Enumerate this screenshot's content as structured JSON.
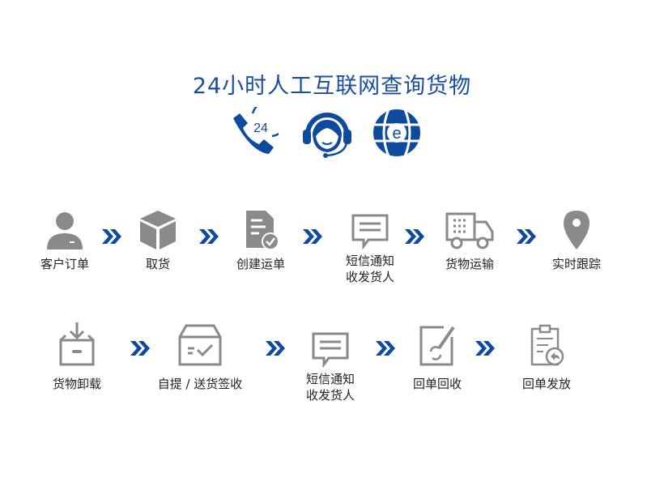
{
  "title": "24小时人工互联网查询货物",
  "top_icons": [
    {
      "name": "phone-24-icon",
      "text": "24"
    },
    {
      "name": "headset-agent-icon"
    },
    {
      "name": "globe-e-icon",
      "text": "e"
    }
  ],
  "colors": {
    "blue": "#0e4a9e",
    "gray": "#8a8a8a",
    "text": "#222222"
  },
  "row1": [
    {
      "label": "客户订单",
      "icon": "customer-icon"
    },
    {
      "label": "取货",
      "icon": "box-icon"
    },
    {
      "label": "创建运单",
      "icon": "document-check-icon"
    },
    {
      "label": "短信通知",
      "label2": "收发货人",
      "icon": "message-icon"
    },
    {
      "label": "货物运输",
      "icon": "truck-icon"
    },
    {
      "label": "实时跟踪",
      "icon": "location-pin-icon"
    }
  ],
  "row2": [
    {
      "label": "货物卸载",
      "icon": "unload-box-icon"
    },
    {
      "label": "自提 / 送货签收",
      "icon": "delivery-box-check-icon"
    },
    {
      "label": "短信通知",
      "label2": "收发货人",
      "icon": "message-icon"
    },
    {
      "label": "回单回收",
      "icon": "receipt-edit-icon"
    },
    {
      "label": "回单发放",
      "icon": "clipboard-return-icon"
    }
  ]
}
